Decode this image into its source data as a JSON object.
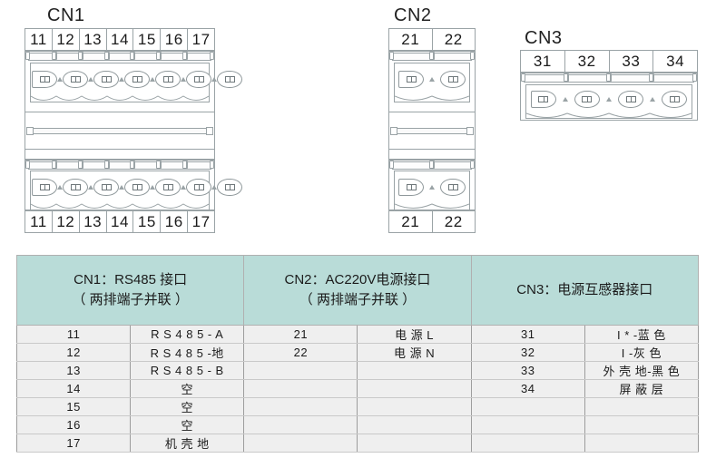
{
  "diagram": {
    "connectors": [
      {
        "id": "cn1",
        "label": "CN1",
        "pins": [
          "11",
          "12",
          "13",
          "14",
          "15",
          "16",
          "17"
        ],
        "dual_row": true
      },
      {
        "id": "cn2",
        "label": "CN2",
        "pins": [
          "21",
          "22"
        ],
        "dual_row": true
      },
      {
        "id": "cn3",
        "label": "CN3",
        "pins": [
          "31",
          "32",
          "33",
          "34"
        ],
        "dual_row": false
      }
    ]
  },
  "table": {
    "headers": [
      {
        "line1": "CN1：RS485 接口",
        "line2": "（ 两排端子并联 ）"
      },
      {
        "line1": "CN2：AC220V电源接口",
        "line2": "（ 两排端子并联 ）"
      },
      {
        "line1": "CN3：电源互感器接口",
        "line2": ""
      }
    ],
    "rows": [
      {
        "cn1_pin": "11",
        "cn1_val": "R S 4 8 5 - A",
        "cn2_pin": "21",
        "cn2_val": "电 源  L",
        "cn3_pin": "31",
        "cn3_val": "I * -蓝 色"
      },
      {
        "cn1_pin": "12",
        "cn1_val": "R S 4 8 5 -地",
        "cn2_pin": "22",
        "cn2_val": "电 源  N",
        "cn3_pin": "32",
        "cn3_val": "I -灰 色"
      },
      {
        "cn1_pin": "13",
        "cn1_val": "R S 4 8 5 - B",
        "cn2_pin": "",
        "cn2_val": "",
        "cn3_pin": "33",
        "cn3_val": "外 壳 地-黑 色"
      },
      {
        "cn1_pin": "14",
        "cn1_val": "空",
        "cn2_pin": "",
        "cn2_val": "",
        "cn3_pin": "34",
        "cn3_val": "屏 蔽 层"
      },
      {
        "cn1_pin": "15",
        "cn1_val": "空",
        "cn2_pin": "",
        "cn2_val": "",
        "cn3_pin": "",
        "cn3_val": ""
      },
      {
        "cn1_pin": "16",
        "cn1_val": "空",
        "cn2_pin": "",
        "cn2_val": "",
        "cn3_pin": "",
        "cn3_val": ""
      },
      {
        "cn1_pin": "17",
        "cn1_val": "机 壳 地",
        "cn2_pin": "",
        "cn2_val": "",
        "cn3_pin": "",
        "cn3_val": ""
      }
    ]
  },
  "colors": {
    "header_fill": "#b9dcd8",
    "row_fill": "#efefef",
    "line": "#9aa3a6",
    "text": "#1b1b1b"
  }
}
